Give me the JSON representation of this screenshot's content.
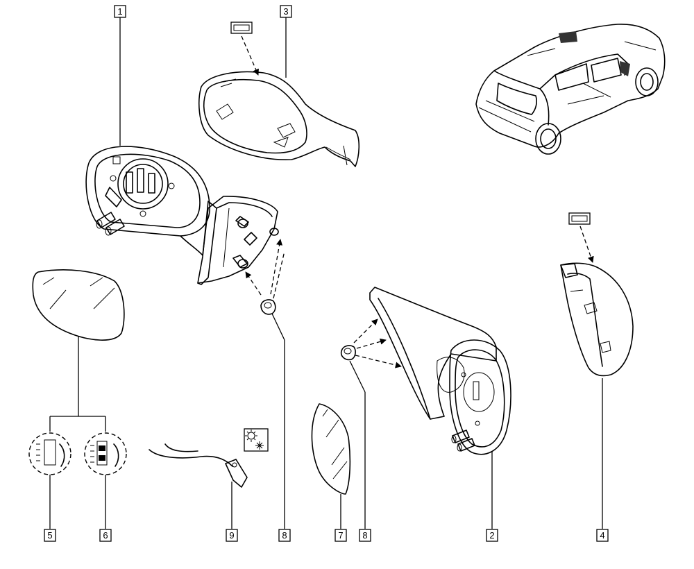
{
  "callouts": [
    {
      "id": "c1",
      "label": "1"
    },
    {
      "id": "c2",
      "label": "2"
    },
    {
      "id": "c3",
      "label": "3"
    },
    {
      "id": "c4",
      "label": "4"
    },
    {
      "id": "c5",
      "label": "5"
    },
    {
      "id": "c6",
      "label": "6"
    },
    {
      "id": "c7",
      "label": "7"
    },
    {
      "id": "c8a",
      "label": "8"
    },
    {
      "id": "c8b",
      "label": "8"
    },
    {
      "id": "c9",
      "label": "9"
    }
  ],
  "icons": {
    "paint_tag": "paint-finish-icon",
    "climate": "hot-cold-climate-icon",
    "arrow": "direction-arrow-icon"
  }
}
